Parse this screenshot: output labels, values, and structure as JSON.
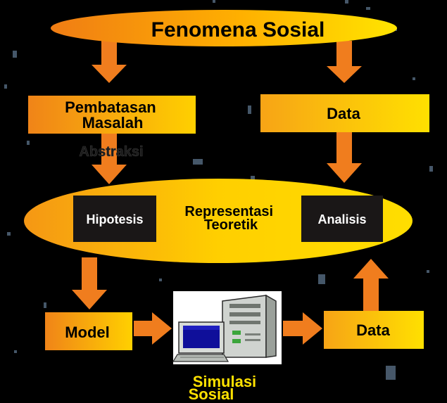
{
  "diagram": {
    "top_ellipse": "Fenomena Sosial",
    "box_pembatasan": [
      "Pembatasan",
      "Masalah"
    ],
    "box_data_top": "Data",
    "abstraksi_label": "Abstraksi",
    "big_ellipse": {
      "hipotesis": "Hipotesis",
      "representasi": [
        "Representasi",
        "Teoretik"
      ],
      "analisis": "Analisis"
    },
    "box_model": "Model",
    "box_data_bottom": "Data",
    "simulasi_label": [
      "Simulasi",
      "Sosial"
    ],
    "computer_icon": "computer-icon"
  },
  "colors": {
    "orange": "#f08a1c",
    "yellow": "#ffdc00",
    "arrow": "#f07d1e",
    "dark_box": "#1a1717",
    "simulasi_text": "#ffe100",
    "background": "#000000"
  }
}
